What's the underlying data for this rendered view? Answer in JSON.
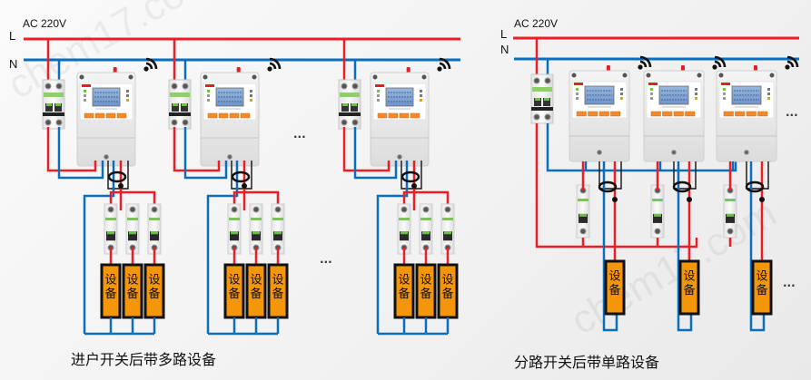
{
  "colors": {
    "live": "#ee1c25",
    "neutral": "#0a6ebd",
    "signal": "#111111",
    "device_fill": "#f5960a",
    "device_border": "#111111"
  },
  "left_panel": {
    "voltage_label": "AC  220V",
    "live_label": "L",
    "neutral_label": "N",
    "caption": "进户开关后带多路设备",
    "ellipsis": "...",
    "groups": [
      {
        "devices": [
          "设备",
          "设备",
          "设备"
        ]
      },
      {
        "devices": [
          "设备",
          "设备",
          "设备"
        ]
      },
      {
        "devices": [
          "设备",
          "设备",
          "设备"
        ]
      }
    ]
  },
  "right_panel": {
    "voltage_label": "AC  220V",
    "live_label": "L",
    "neutral_label": "N",
    "caption": "分路开关后带单路设备",
    "ellipsis": "...",
    "branches": [
      {
        "device": "设备"
      },
      {
        "device": "设备"
      },
      {
        "device": "设备"
      }
    ]
  },
  "device_char_top": "设",
  "device_char_bottom": "备",
  "watermark": "chem17.com"
}
